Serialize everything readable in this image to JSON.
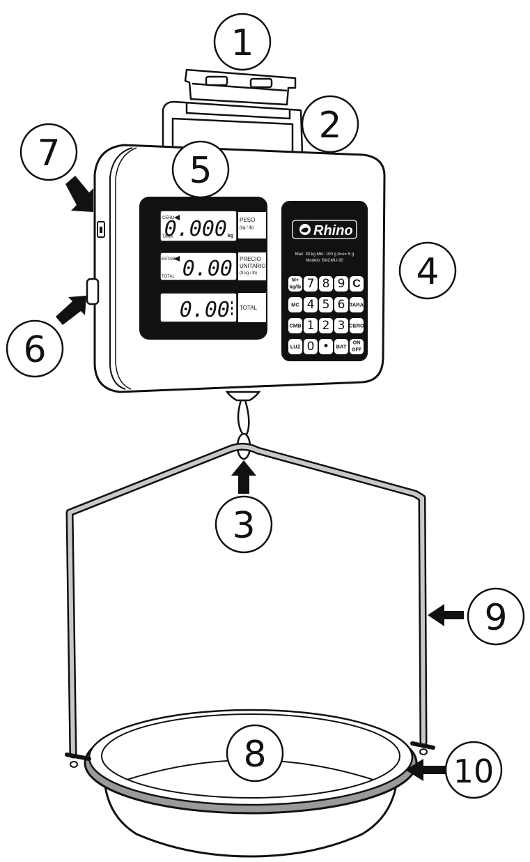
{
  "callouts": [
    "1",
    "2",
    "3",
    "4",
    "5",
    "6",
    "7",
    "8",
    "9",
    "10"
  ],
  "display": {
    "weight_value": "0.000",
    "weight_unit": "kg",
    "weight_label_1": "PESO",
    "weight_label_2": "(kg / lb)",
    "cero_indicator": "CERO",
    "tara_indicator": "TARA",
    "price_value": "0.00",
    "price_label_1": "PRECIO",
    "price_label_2": "UNITARIO",
    "price_label_3": "($ kg / lb)",
    "estable_indicator": "ESTABLE",
    "total_indicator": "TOTAL",
    "total_value": "0.00",
    "total_label": "TOTAL"
  },
  "brand": {
    "name": "Rhino",
    "spec_line_1": "Max: 30 kg   Min: 100 g   d=e= 5 g",
    "spec_line_2": "Modelo: BACMU-30"
  },
  "keypad": {
    "row1": [
      "M+ kg/lb",
      "7",
      "8",
      "9",
      "C"
    ],
    "row2": [
      "MC",
      "4",
      "5",
      "6",
      "TARA"
    ],
    "row3": [
      "CMB",
      "1",
      "2",
      "3",
      "CERO"
    ],
    "row4": [
      "LUZ",
      "0",
      "•",
      "BAT",
      "ON OFF"
    ]
  },
  "colors": {
    "ink": "#111111",
    "panel": "#111111",
    "rod_fill": "#c8c8c8",
    "pan_rim": "#9a9a9a"
  }
}
